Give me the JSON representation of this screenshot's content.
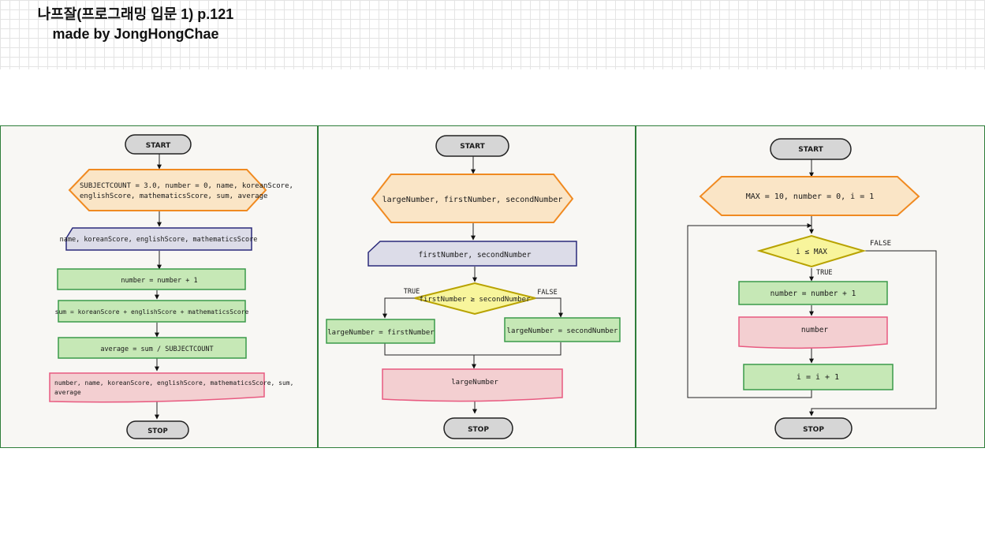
{
  "header": {
    "title": "나프잘(프로그래밍 입문 1) p.121",
    "author": "made by JongHongChae"
  },
  "colors": {
    "terminal_fill": "#d6d6d6",
    "prep_fill": "#fae5c6",
    "prep_stroke": "#f08a21",
    "input_fill": "#dcdce8",
    "input_stroke": "#2a2a7a",
    "process_fill": "#c6e8b6",
    "process_stroke": "#3a9a4a",
    "output_fill": "#f3cfd1",
    "output_stroke": "#e85a80",
    "decision_fill": "#f8f59c",
    "decision_stroke": "#b8a200",
    "panel_border": "#2e7d3a"
  },
  "flowchart1": {
    "start": "START",
    "prep_line1": "SUBJECTCOUNT = 3.0, number = 0, name, koreanScore,",
    "prep_line2": "englishScore, mathematicsScore, sum, average",
    "input": "name, koreanScore, englishScore, mathematicsScore",
    "process1": "number = number + 1",
    "process2": "sum = koreanScore + englishScore + mathematicsScore",
    "process3": "average = sum / SUBJECTCOUNT",
    "output_line1": "number, name, koreanScore, englishScore, mathematicsScore, sum,",
    "output_line2": "average",
    "stop": "STOP"
  },
  "flowchart2": {
    "start": "START",
    "prep": "largeNumber, firstNumber, secondNumber",
    "input": "firstNumber, secondNumber",
    "decision": "firstNumber ≥ secondNumber",
    "true_label": "TRUE",
    "false_label": "FALSE",
    "true_branch": "largeNumber = firstNumber",
    "false_branch": "largeNumber = secondNumber",
    "output": "largeNumber",
    "stop": "STOP"
  },
  "flowchart3": {
    "start": "START",
    "prep": "MAX = 10, number = 0, i = 1",
    "decision": "i ≤  MAX",
    "true_label": "TRUE",
    "false_label": "FALSE",
    "process1": "number = number + 1",
    "output": "number",
    "process2": "i = i + 1",
    "stop": "STOP"
  }
}
